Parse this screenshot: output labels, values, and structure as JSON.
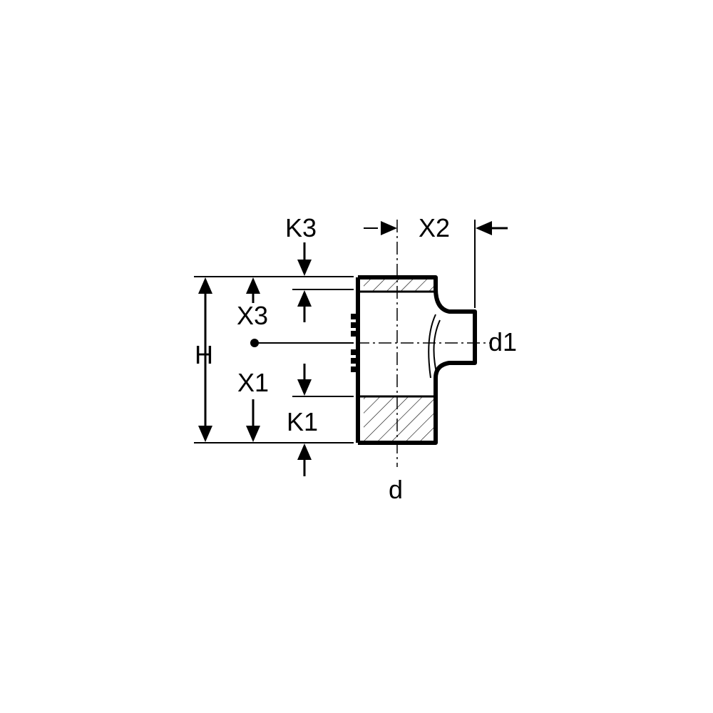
{
  "labels": {
    "k3": "K3",
    "x2": "X2",
    "x3": "X3",
    "h": "H",
    "x1": "X1",
    "k1": "K1",
    "d1": "d1",
    "d": "d"
  }
}
